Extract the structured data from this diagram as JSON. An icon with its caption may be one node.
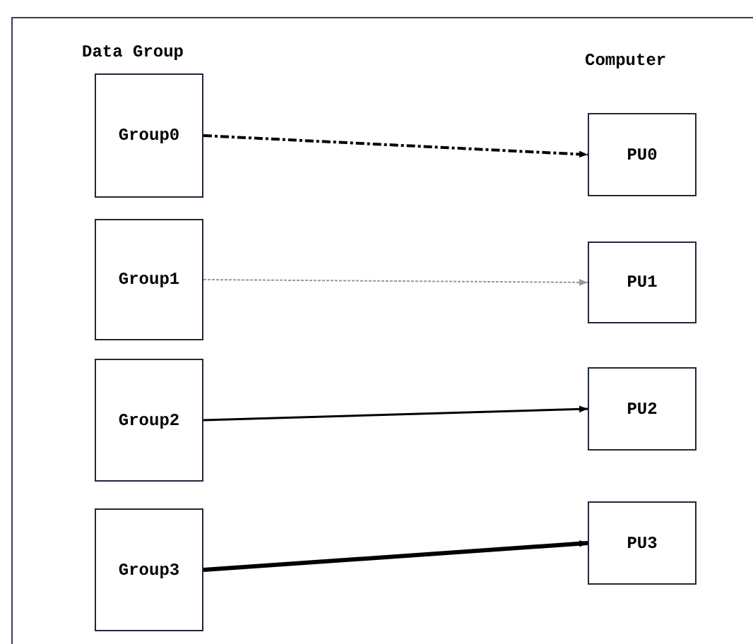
{
  "diagram": {
    "nodes": [
      {
        "text": [
          "Group0"
        ]
      },
      {
        "text": [
          "Group1"
        ]
      },
      {
        "text": [
          "Group2"
        ]
      },
      {
        "text": [
          "Group3"
        ]
      },
      {
        "text": [
          "PU0"
        ]
      },
      {
        "text": [
          "PU1"
        ]
      },
      {
        "text": [
          "PU2"
        ]
      },
      {
        "text": [
          "PU3"
        ]
      }
    ],
    "edges": [
      {
        "from": 0,
        "to": 4,
        "arrow": "to",
        "style": "dashed"
      },
      {
        "from": 1,
        "to": 5,
        "arrow": "to",
        "style": "dashed",
        "color": "#999999"
      },
      {
        "from": 2,
        "to": 6,
        "arrow": "to"
      },
      {
        "from": 3,
        "to": 7,
        "arrow": "to",
        "style": "thick"
      }
    ],
    "labels": [
      "Data Group",
      "Computer"
    ]
  }
}
